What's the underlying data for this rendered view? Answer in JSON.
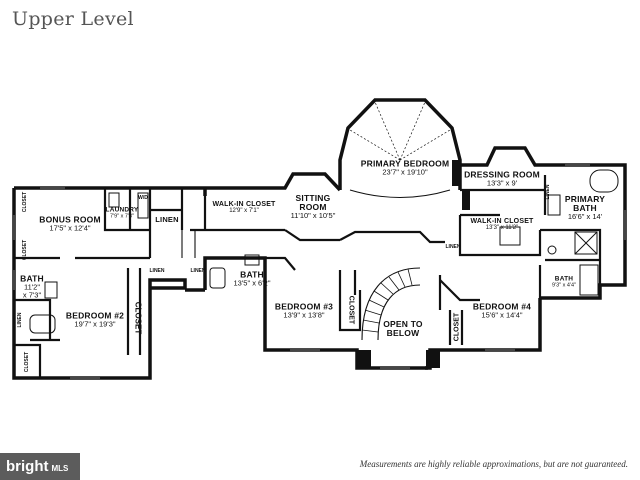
{
  "header": {
    "title": "Upper Level"
  },
  "rooms": {
    "primary_bedroom": {
      "name": "PRIMARY BEDROOM",
      "dim": "23'7\" x 19'10\""
    },
    "dressing_room": {
      "name": "DRESSING ROOM",
      "dim": "13'3\" x 9'"
    },
    "primary_bath": {
      "name": "PRIMARY",
      "name2": "BATH",
      "dim": "16'6\" x 14'"
    },
    "walkin_primary": {
      "name": "WALK-IN CLOSET",
      "dim": "13'3\" x 11'2\""
    },
    "sitting_room": {
      "name": "SITTING",
      "name2": "ROOM",
      "dim": "11'10\" x 10'5\""
    },
    "walkin_closet": {
      "name": "WALK-IN CLOSET",
      "dim": "12'9\" x 7'1\""
    },
    "linen_center": {
      "name": "LINEN"
    },
    "laundry": {
      "name": "LAUNDRY",
      "dim": "7'9\" x 7'3\""
    },
    "bonus_room": {
      "name": "BONUS ROOM",
      "dim": "17'5\" x 12'4\""
    },
    "bath_left": {
      "name": "BATH",
      "dim1": "11'2\"",
      "dim2": "x 7'3\""
    },
    "bedroom2": {
      "name": "BEDROOM #2",
      "dim": "19'7\" x 19'3\""
    },
    "bath_center": {
      "name": "BATH",
      "dim": "13'5\" x 6'2\""
    },
    "bedroom3": {
      "name": "BEDROOM #3",
      "dim": "13'9\" x 13'8\""
    },
    "open_below": {
      "name": "OPEN TO",
      "name2": "BELOW"
    },
    "bedroom4": {
      "name": "BEDROOM #4",
      "dim": "15'6\" x 14'4\""
    },
    "bath_right": {
      "name": "BATH",
      "dim": "9'3\" x 4'4\""
    }
  },
  "labels": {
    "closet": "CLOSET",
    "linen": "LINEN",
    "linen_small": "LINEN",
    "wd": "W/D"
  },
  "footer": {
    "disclaimer": "Measurements are highly reliable approximations, but are not guaranteed."
  },
  "brand": {
    "name": "bright",
    "suffix": "MLS"
  }
}
